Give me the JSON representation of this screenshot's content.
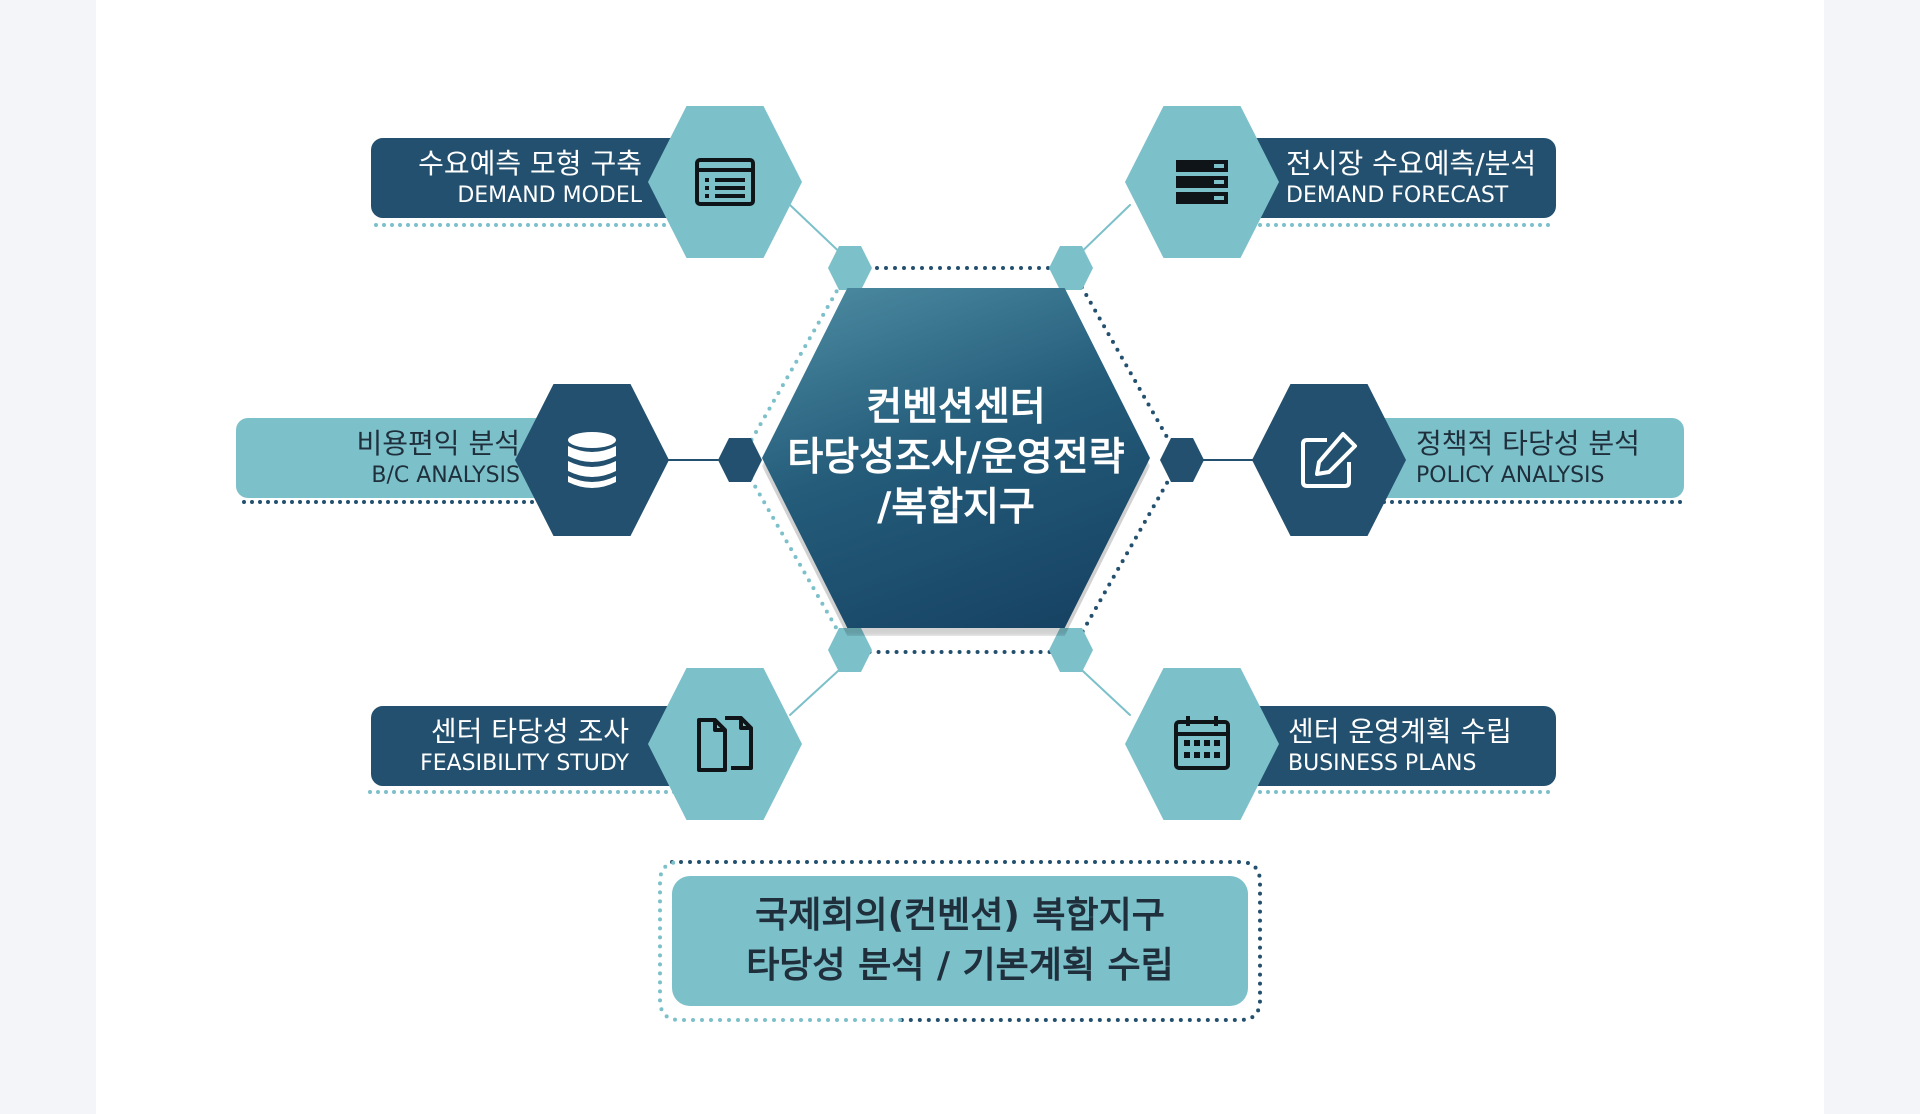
{
  "center": {
    "line1": "컨벤션센터",
    "line2": "타당성조사/운영전략",
    "line3": "/복합지구"
  },
  "items": {
    "demand_model": {
      "ko": "수요예측 모형 구축",
      "en": "DEMAND MODEL",
      "icon": "browser-list-icon"
    },
    "demand_forecast": {
      "ko": "전시장 수요예측/분석",
      "en": "DEMAND FORECAST",
      "icon": "server-stack-icon"
    },
    "bc_analysis": {
      "ko": "비용편익 분석",
      "en": "B/C ANALYSIS",
      "icon": "database-icon"
    },
    "policy_analysis": {
      "ko": "정책적 타당성 분석",
      "en": "POLICY ANALYSIS",
      "icon": "edit-icon"
    },
    "feasibility_study": {
      "ko": "센터 타당성 조사",
      "en": "FEASIBILITY STUDY",
      "icon": "documents-icon"
    },
    "business_plans": {
      "ko": "센터 운영계획 수립",
      "en": "BUSINESS PLANS",
      "icon": "calendar-icon"
    }
  },
  "bottom": {
    "line1": "국제회의(컨벤션) 복합지구",
    "line2": "타당성 분석 / 기본계획 수립"
  },
  "colors": {
    "dark": "#23506e",
    "light": "#7cc0ca",
    "center_top": "#4f8ea4",
    "center_bottom": "#153f60",
    "text_dark": "#1f2f3c"
  }
}
